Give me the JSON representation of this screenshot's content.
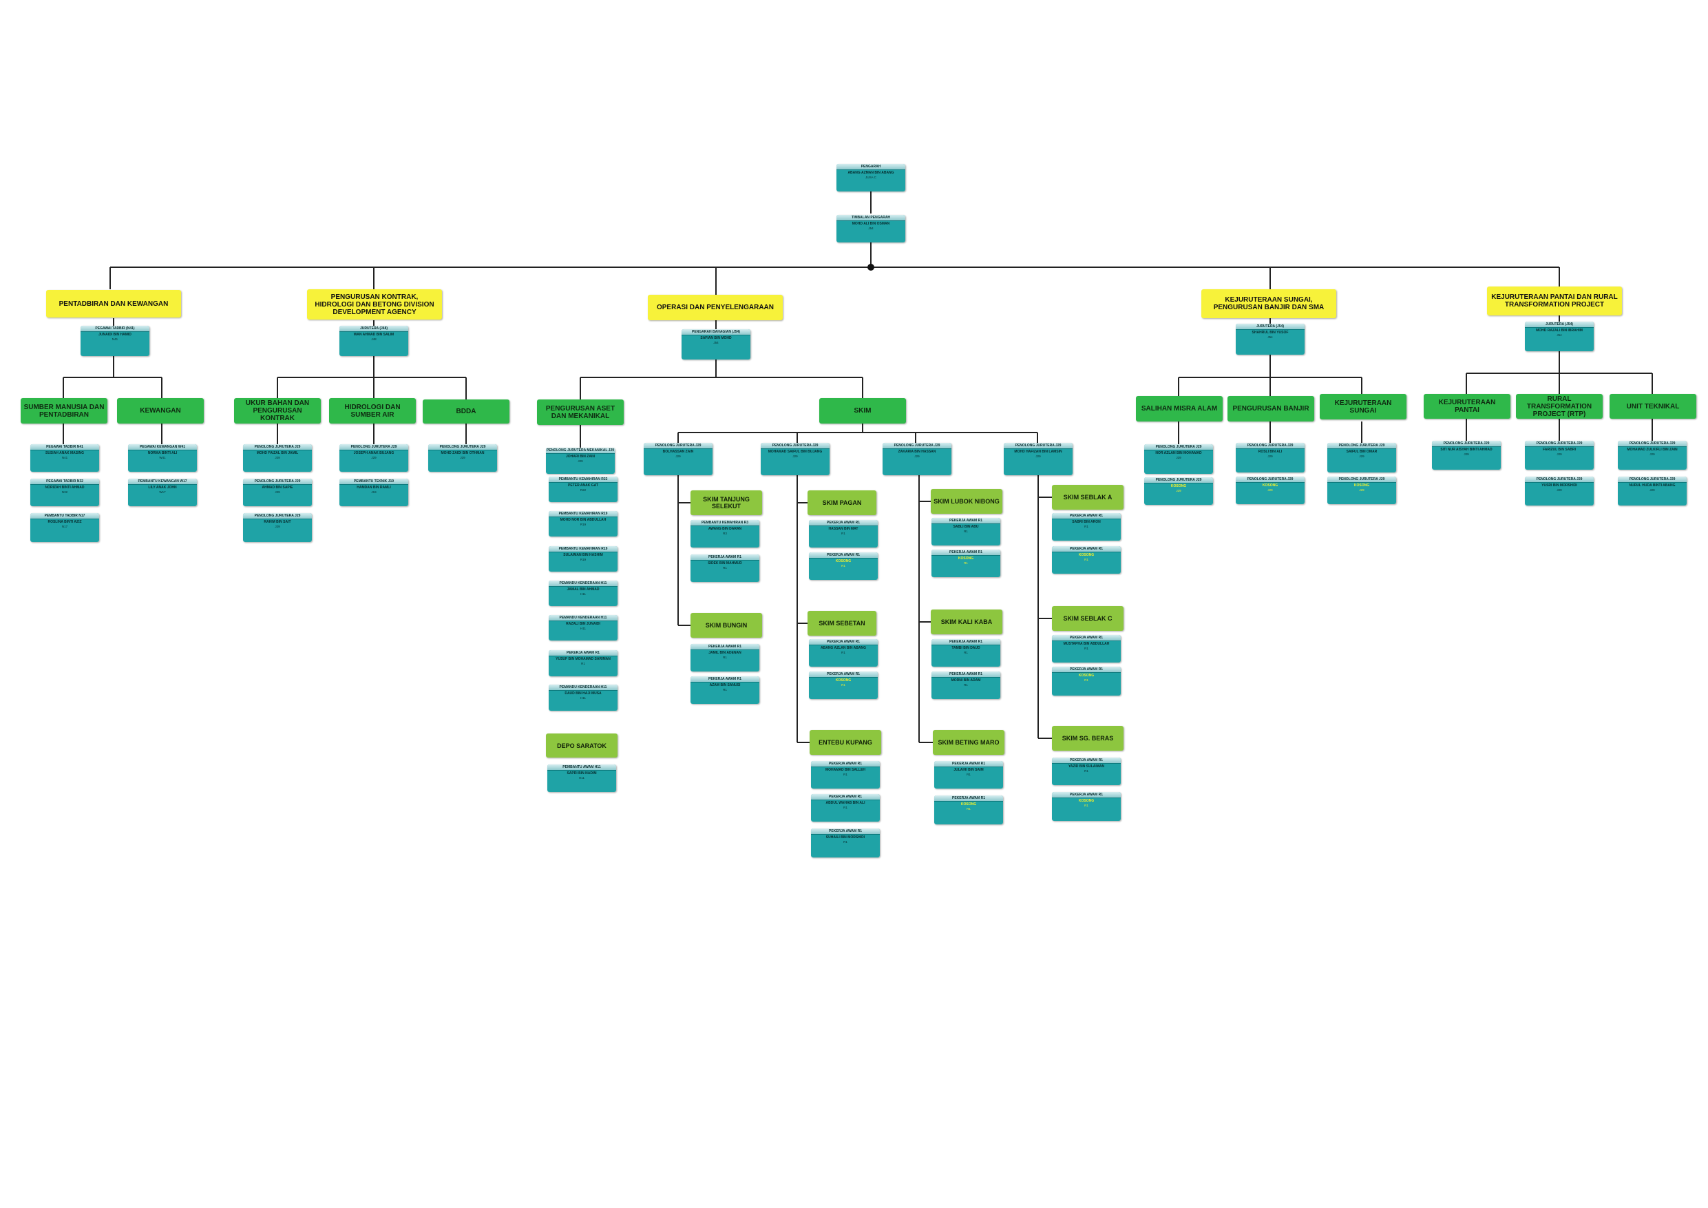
{
  "chart": {
    "cards": {
      "director": {
        "title": "PENGARAH",
        "name": "ABANG AZMAN BIN ABANG",
        "code": "JUSA C"
      },
      "deputy": {
        "title": "TIMBALAN PENGARAH",
        "name": "MOHD ALI BIN OSMAN",
        "code": "J54"
      },
      "pentadbiran": {
        "title": "PEGAWAI TADBIR (N41)",
        "name": "JUNAIDI BIN HAMID",
        "code": "N41"
      },
      "kontrak": {
        "title": "JURUTERA (J48)",
        "name": "WAN AHMAD BIN SALIM",
        "code": "J48"
      },
      "operasi": {
        "title": "PENGARAH BAHAGIAN (J54)",
        "name": "SAFIAN BIN MOHD",
        "code": "J54"
      },
      "sungai": {
        "title": "JURUTERA (J54)",
        "name": "SHAHRUL BIN YUSOF",
        "code": "J54"
      },
      "pantai": {
        "title": "JURUTERA (J54)",
        "name": "MOHD RAZALI BIN IBRAHIM",
        "code": "J54"
      },
      "smp1": {
        "title": "PEGAWAI TADBIR N41",
        "name": "SUSIAH ANAK MASING",
        "code": "N41"
      },
      "smp2": {
        "title": "PEGAWAI TADBIR N32",
        "name": "NORIZAH BINTI AHMAD",
        "code": "N32"
      },
      "smp3": {
        "title": "PEMBANTU TADBIR N17",
        "name": "ROSLINA BINTI AZIZ",
        "code": "N17"
      },
      "kew1": {
        "title": "PEGAWAI KEWANGAN W41",
        "name": "NORMA BINTI ALI",
        "code": "W41"
      },
      "kew2": {
        "title": "PEMBANTU KEWANGAN W17",
        "name": "LILY ANAK JOHN",
        "code": "W17"
      },
      "uk1": {
        "title": "PENOLONG JURUTERA J29",
        "name": "MOHD FAIZAL BIN JAMIL",
        "code": "J29"
      },
      "uk2": {
        "title": "PENOLONG JURUTERA J29",
        "name": "AHMAD BIN SAPIE",
        "code": "J29"
      },
      "uk3": {
        "title": "PENOLONG JURUTERA J29",
        "name": "RAHIM BIN SAIT",
        "code": "J29"
      },
      "hid1": {
        "title": "PENOLONG JURUTERA J29",
        "name": "JOSEPH ANAK BUJANG",
        "code": "J29"
      },
      "hid2": {
        "title": "PEMBANTU TEKNIK J19",
        "name": "HAMDAN BIN RAMLI",
        "code": "J19"
      },
      "bdda1": {
        "title": "PENOLONG JURUTERA J29",
        "name": "MOHD ZAIDI BIN OTHMAN",
        "code": "J29"
      },
      "pam1": {
        "title": "PENOLONG JURUTERA MEKANIKAL J29",
        "name": "JOHARI BIN ZAIN",
        "code": "J29"
      },
      "pam2": {
        "title": "PEMBANTU KEMAHIRAN R22",
        "name": "PETER ANAK GAT",
        "code": "R22"
      },
      "pam3": {
        "title": "PEMBANTU KEMAHIRAN R19",
        "name": "MOHD NOR BIN ABDULLAH",
        "code": "R19"
      },
      "pam4": {
        "title": "PEMBANTU KEMAHIRAN R19",
        "name": "SULAIMAN BIN HASHIM",
        "code": "R19"
      },
      "pam5": {
        "title": "PEMANDU KENDERAAN H11",
        "name": "JAMAL BIN AHMAD",
        "code": "H11"
      },
      "pam6": {
        "title": "PEMANDU KENDERAAN H11",
        "name": "RAZALI BIN JUNAIDI",
        "code": "H11"
      },
      "pam7": {
        "title": "PEKERJA AWAM R1",
        "name": "YUSUF BIN MOHAMAD SARIMAN",
        "code": "R1"
      },
      "pam8": {
        "title": "PEMANDU KENDERAAN H11",
        "name": "DAUD BIN HAJI MUSA",
        "code": "H11"
      },
      "depo1": {
        "title": "PEMBANTU AWAM H11",
        "name": "SAPRI BIN NADIM",
        "code": "H11"
      },
      "pj1": {
        "title": "PENOLONG JURUTERA J29",
        "name": "BOLHASSAN ZAIN",
        "code": "J29"
      },
      "pj2": {
        "title": "PENOLONG JURUTERA J29",
        "name": "MOHAMAD SAIFUL BIN BUJANG",
        "code": "J29"
      },
      "pj3": {
        "title": "PENOLONG JURUTERA J29",
        "name": "ZAKARIA BIN HASSAN",
        "code": "J29"
      },
      "pj4": {
        "title": "PENOLONG JURUTERA J29",
        "name": "MOHD HAFIZAN BIN LAMSIN",
        "code": "J29"
      },
      "tj1": {
        "title": "PEMBANTU KEMAHIRAN R3",
        "name": "AWANG BIN DARAN",
        "code": "R3"
      },
      "tj2": {
        "title": "PEKERJA AWAM R1",
        "name": "SIDEK BIN MAHMUD",
        "code": "R1"
      },
      "bu1": {
        "title": "PEKERJA AWAM R1",
        "name": "JAMIL BIN ADENAN",
        "code": "R1"
      },
      "bu2": {
        "title": "PEKERJA AWAM R1",
        "name": "AZAM BIN SANUSI",
        "code": "R1"
      },
      "pa1": {
        "title": "PEKERJA AWAM R1",
        "name": "HASSAN BIN MAT",
        "code": "R1"
      },
      "pa2": {
        "title": "PEKERJA AWAM R1",
        "name": "KOSONG",
        "code": "R1",
        "vacant": true
      },
      "se1": {
        "title": "PEKERJA AWAM R1",
        "name": "ABANG AZLAN BIN ABANG",
        "code": "R1"
      },
      "se2": {
        "title": "PEKERJA AWAM R1",
        "name": "KOSONG",
        "code": "R1",
        "vacant": true
      },
      "ek1": {
        "title": "PEKERJA AWAM R1",
        "name": "MOHAMAD BIN SALLEH",
        "code": "R1"
      },
      "ek2": {
        "title": "PEKERJA AWAM R1",
        "name": "ABDUL WAHAB BIN ALI",
        "code": "R1"
      },
      "ek3": {
        "title": "PEKERJA AWAM R1",
        "name": "SUHAILI BIN MORSHIDI",
        "code": "R1"
      },
      "ln1": {
        "title": "PEKERJA AWAM R1",
        "name": "SABLI BIN ABU",
        "code": "R1"
      },
      "ln2": {
        "title": "PEKERJA AWAM R1",
        "name": "KOSONG",
        "code": "R1",
        "vacant": true
      },
      "kk1": {
        "title": "PEKERJA AWAM R1",
        "name": "TAMBI BIN DAUD",
        "code": "R1"
      },
      "kk2": {
        "title": "PEKERJA AWAM R1",
        "name": "MORNI BIN ADAM",
        "code": "R1"
      },
      "bm1": {
        "title": "PEKERJA AWAM R1",
        "name": "JULAIHI BIN SAIM",
        "code": "R1"
      },
      "bm2": {
        "title": "PEKERJA AWAM R1",
        "name": "KOSONG",
        "code": "R1",
        "vacant": true
      },
      "sa1": {
        "title": "PEKERJA AWAM R1",
        "name": "SABRI BIN ARON",
        "code": "R1"
      },
      "sa2": {
        "title": "PEKERJA AWAM R1",
        "name": "KOSONG",
        "code": "R1",
        "vacant": true
      },
      "sc1": {
        "title": "PEKERJA AWAM R1",
        "name": "MUSTAPHA BIN ABDULLAH",
        "code": "R1"
      },
      "sc2": {
        "title": "PEKERJA AWAM R1",
        "name": "KOSONG",
        "code": "R1",
        "vacant": true
      },
      "sb1": {
        "title": "PEKERJA AWAM R1",
        "name": "YAZID BIN SULAIMAN",
        "code": "R1"
      },
      "sb2": {
        "title": "PEKERJA AWAM R1",
        "name": "KOSONG",
        "code": "R1",
        "vacant": true
      },
      "sma1": {
        "title": "PENOLONG JURUTERA J29",
        "name": "NOR AZLAN BIN MOHAMAD",
        "code": "J29"
      },
      "sma2": {
        "title": "PENOLONG JURUTERA J29",
        "name": "KOSONG",
        "code": "J29",
        "vacant": true
      },
      "pb1": {
        "title": "PENOLONG JURUTERA J29",
        "name": "ROSLI BIN ALI",
        "code": "J29"
      },
      "pb2": {
        "title": "PENOLONG JURUTERA J29",
        "name": "KOSONG",
        "code": "J29",
        "vacant": true
      },
      "ks1": {
        "title": "PENOLONG JURUTERA J29",
        "name": "SAIFUL BIN OMAR",
        "code": "J29"
      },
      "ks2": {
        "title": "PENOLONG JURUTERA J29",
        "name": "KOSONG",
        "code": "J29",
        "vacant": true
      },
      "kp1": {
        "title": "PENOLONG JURUTERA J29",
        "name": "SITI NUR AISYAH BINTI AHMAD",
        "code": "J29"
      },
      "rtp1": {
        "title": "PENOLONG JURUTERA J29",
        "name": "FARIZUL BIN SABRI",
        "code": "J29"
      },
      "rtp2": {
        "title": "PENOLONG JURUTERA J29",
        "name": "YUSRI BIN MORSHIDI",
        "code": "J29"
      },
      "ut1": {
        "title": "PENOLONG JURUTERA J29",
        "name": "MOHAMAD ZULKIFLI BIN ZAIN",
        "code": "J29"
      },
      "ut2": {
        "title": "PENOLONG JURUTERA J29",
        "name": "NURUL HUDA BINTI ABANG",
        "code": "J29"
      }
    },
    "labels": {
      "pentadbiran": "PENTADBIRAN DAN KEWANGAN",
      "kontrak": "PENGURUSAN KONTRAK, HIDROLOGI DAN BETONG DIVISION DEVELOPMENT AGENCY",
      "operasi": "OPERASI DAN PENYELENGARAAN",
      "sungai": "KEJURUTERAAN SUNGAI, PENGURUSAN BANJIR DAN SMA",
      "pantai": "KEJURUTERAAN PANTAI DAN RURAL TRANSFORMATION PROJECT",
      "smp": "SUMBER MANUSIA DAN PENTADBIRAN",
      "kew": "KEWANGAN",
      "ukur": "UKUR BAHAN DAN PENGURUSAN KONTRAK",
      "hidrologi": "HIDROLOGI DAN SUMBER AIR",
      "bdda": "BDDA",
      "aset": "PENGURUSAN ASET DAN MEKANIKAL",
      "skim": "SKIM",
      "depo": "DEPO SARATOK",
      "tanjung": "SKIM TANJUNG SELEKUT",
      "bungin": "SKIM BUNGIN",
      "pagan": "SKIM PAGAN",
      "sebetan": "SKIM SEBETAN",
      "kupang": "ENTEBU KUPANG",
      "lubok": "SKIM LUBOK NIBONG",
      "kalikaba": "SKIM KALI KABA",
      "betingmaro": "SKIM BETING MARO",
      "seblaka": "SKIM SEBLAK A",
      "seblakc": "SKIM SEBLAK C",
      "sgberas": "SKIM SG. BERAS",
      "salihan": "SALIHAN MISRA ALAM",
      "banjir": "PENGURUSAN BANJIR",
      "kejsungai": "KEJURUTERAAN SUNGAI",
      "kejpantai": "KEJURUTERAAN PANTAI",
      "rtp": "RURAL TRANSFORMATION PROJECT (RTP)",
      "teknikal": "UNIT TEKNIKAL"
    }
  }
}
